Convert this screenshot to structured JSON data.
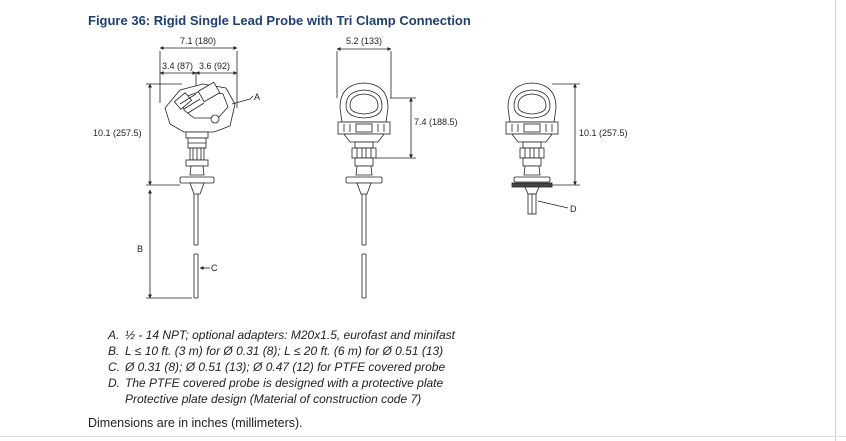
{
  "figure": {
    "title": "Figure 36: Rigid Single Lead Probe with Tri Clamp Connection"
  },
  "dimensions": {
    "overall_width": "7.1 (180)",
    "left_width": "3.4 (87)",
    "right_width": "3.6 (92)",
    "front_width": "5.2 (133)",
    "front_height": "7.4 (188.5)",
    "side_height": "10.1 (257.5)",
    "right_view_height": "10.1 (257.5)"
  },
  "callouts": {
    "a": "A",
    "b": "B",
    "c": "C",
    "d": "D"
  },
  "notes": [
    {
      "letter": "A.",
      "lines": [
        "½ - 14 NPT; optional adapters: M20x1.5, eurofast and minifast"
      ]
    },
    {
      "letter": "B.",
      "lines": [
        "L ≤ 10 ft. (3 m) for Ø 0.31 (8); L ≤ 20 ft. (6 m) for Ø 0.51 (13)"
      ]
    },
    {
      "letter": "C.",
      "lines": [
        "Ø 0.31 (8); Ø 0.51 (13); Ø 0.47 (12) for PTFE covered probe"
      ]
    },
    {
      "letter": "D.",
      "lines": [
        "The PTFE covered probe is designed with a protective plate",
        "Protective plate design (Material of construction code 7)"
      ]
    }
  ],
  "footer": "Dimensions are in inches (millimeters)."
}
